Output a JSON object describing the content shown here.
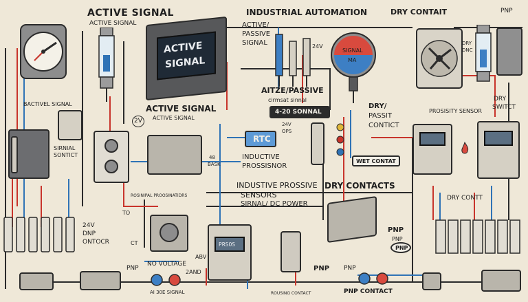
{
  "header": {
    "active_signal": "ACTIVE SIGNAL",
    "industrial_automation": "INDUSTRIAL AUTOMATION",
    "dry_contact": "DRY CONTAIT",
    "pnp_top": "PNP"
  },
  "labels": {
    "active_signal_small": "ACTIVE SIGNAL",
    "active_passive_signal": [
      "ACTIVE/",
      "PASSIVE",
      "SIGNAL"
    ],
    "active_signal_display": [
      "ACTIVE",
      "SIGNAL"
    ],
    "batt_v": "24V",
    "bactivel_signal": "BACTIVEL SIGNAL",
    "sirnial_sontict": [
      "SIRNIAL",
      "SONTICT"
    ],
    "active_signal_mid": "ACTIVE SIGNAL",
    "active_signal_mid_small": "ACTIVE SIGNAL",
    "voltage_2v": "2V",
    "aitze_passive": "AITZE/PASSIVE",
    "cirmsat_sinnal": "cirmsat sinnal",
    "signal_4_20": "4-20 SONNAL",
    "rtc": "RTC",
    "v24": "24V",
    "ops": "OPS",
    "inductive_prossisnor": [
      "INDUCTIVE",
      "PROSSISNOR"
    ],
    "four_b": "48",
    "bask": "BASK",
    "dry_passit_contict": [
      "DRY/",
      "PASSIT",
      "CONTICT"
    ],
    "wet_contat": "WET CONTAT",
    "prosisity_sensor": "PROSISITY SENSOR",
    "dry_switct": [
      "DRY",
      "SWITCT"
    ],
    "dry_dnc": [
      "DRY",
      "DNC"
    ],
    "signal_ma": [
      "SIGNAL",
      "MA"
    ],
    "industive_prossive": "INDUSTIVE PROSSIVE",
    "sensors": "SENSORS",
    "sirnal_dc_power": "SIRNAL/ DC POWER",
    "dry_contacts": "DRY CONTACTS",
    "dry_contt": "DRY CONTT",
    "rosinipal": "ROSINIPAL PROOSINATIDRS",
    "v24_dnp": [
      "24V",
      "DNP",
      "ONTOCR"
    ],
    "to": "TO",
    "ct": "CT",
    "abv": "ABV",
    "no_voltage": "NO VOLTAGE",
    "zand": "2AND",
    "pnp_bottom_left": "PNP",
    "pnp_mid": "PNP",
    "pnp_mid2": "PNP",
    "pnp_contact": "PNP CONTACT",
    "pnp_right": "PNP",
    "pnp_right_small": "PNP",
    "pnp_badge": "PNP",
    "signal_bottom": "AI 30E SIGNAL",
    "rousing": "ROUSING CONTACT",
    "relay_label": "PRSOS"
  },
  "colors": {
    "background": "#efe8d8",
    "wire_red": "#c8342b",
    "wire_blue": "#2f73b6",
    "wire_black": "#2b2b2b",
    "display_text": "#e9ecef",
    "rtc_fill": "#5d9ad6",
    "gauge_red": "#d84a3e",
    "gauge_blue": "#3d7fc4"
  },
  "icons": {
    "analog_gauge": "analog-gauge-icon",
    "fan": "fan-icon",
    "fuse": "fuse-icon",
    "terminal_block": "terminal-block-icon",
    "sensor": "sensor-icon",
    "relay": "relay-icon",
    "flame": "flame-icon"
  }
}
